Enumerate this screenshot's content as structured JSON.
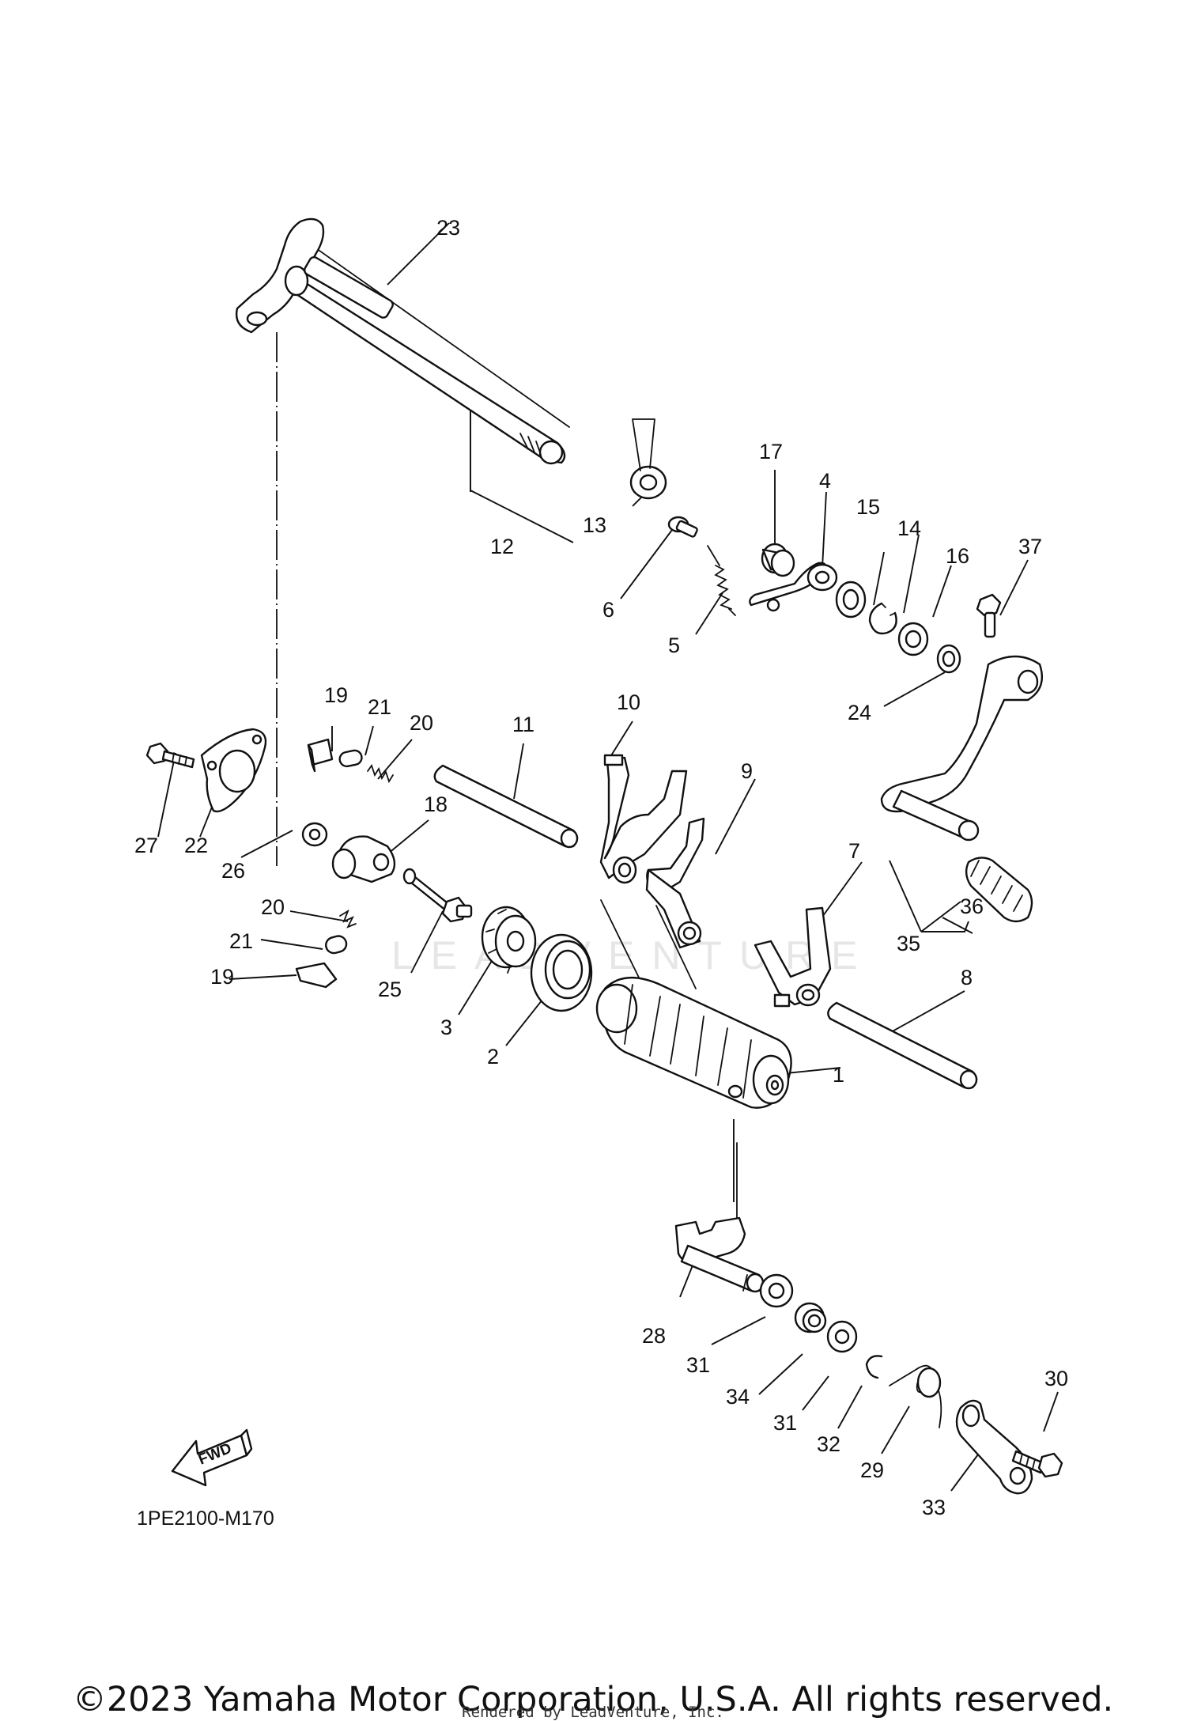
{
  "diagram": {
    "code": "1PE2100-M170",
    "fwd_label": "FWD",
    "watermark": "LEADVENTURE",
    "callouts": [
      "23",
      "12",
      "13",
      "17",
      "4",
      "15",
      "14",
      "16",
      "37",
      "6",
      "5",
      "24",
      "19",
      "21",
      "20",
      "11",
      "10",
      "9",
      "27",
      "22",
      "26",
      "18",
      "7",
      "20",
      "21",
      "19",
      "25",
      "3",
      "2",
      "36",
      "35",
      "8",
      "1",
      "28",
      "31",
      "34",
      "31",
      "32",
      "29",
      "30",
      "33"
    ]
  },
  "footer": {
    "copyright": "©2023 Yamaha Motor Corporation, U.S.A. All rights reserved.",
    "rendered_by": "Rendered by LeadVenture, Inc."
  }
}
